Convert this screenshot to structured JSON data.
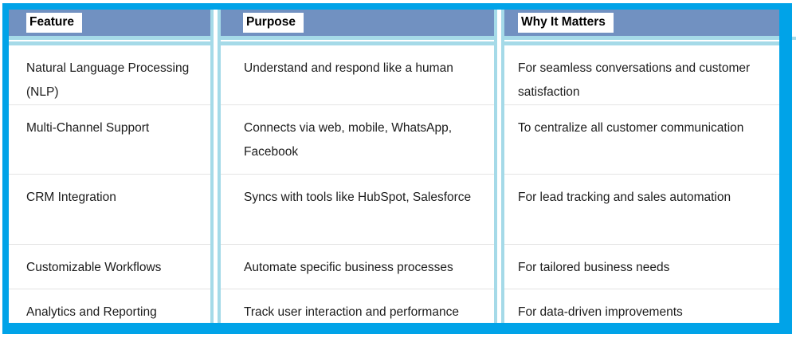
{
  "document": {
    "type": "feature-comparison-table",
    "columns": [
      {
        "header": "Feature"
      },
      {
        "header": "Purpose"
      },
      {
        "header": "Why It Matters"
      }
    ],
    "rows": [
      {
        "feature": "Natural Language Processing (NLP)",
        "purpose": "Understand and respond like a human",
        "why": "For seamless conversations and customer satisfaction"
      },
      {
        "feature": "Multi-Channel Support",
        "purpose": "Connects via web, mobile, WhatsApp, Facebook",
        "why": "To centralize all customer communication"
      },
      {
        "feature": "CRM Integration",
        "purpose": "Syncs with tools like HubSpot, Salesforce",
        "why": "For lead tracking and sales automation"
      },
      {
        "feature": "Customizable Workflows",
        "purpose": "Automate specific business processes",
        "why": "For tailored business needs"
      },
      {
        "feature": "Analytics and Reporting",
        "purpose": "Track user interaction and performance",
        "why": "For data-driven improvements"
      }
    ],
    "colors": {
      "outer_border": "#00A3E8",
      "header_fill": "#7191C1",
      "header_label_background": "#FFFFFF",
      "inner_divider_line": "#A5DAE8",
      "row_separator": "#E4E4E4",
      "body_text": "#1C1C1C",
      "header_text": "#000000"
    }
  }
}
